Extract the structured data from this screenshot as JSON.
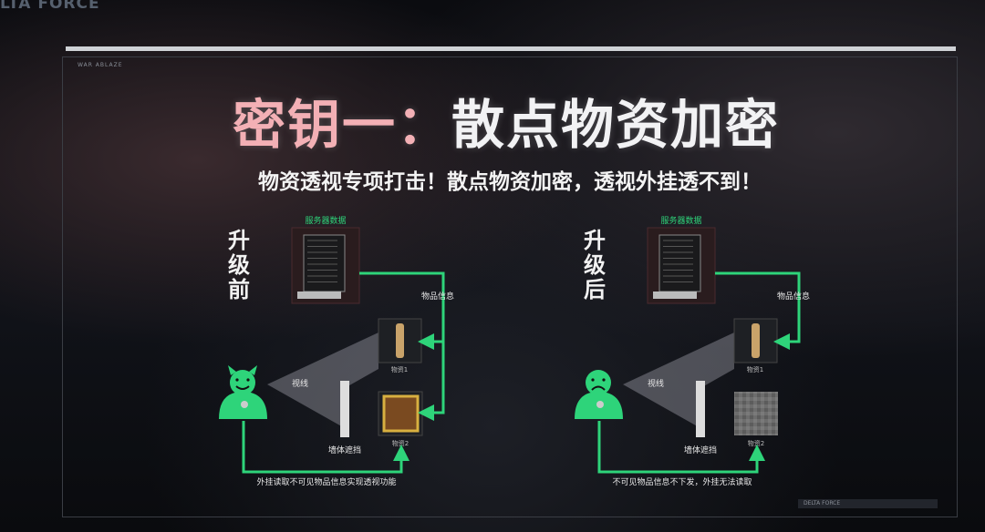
{
  "header": {
    "brand": "LTA FORCE",
    "war_label": "WAR ABLAZE",
    "footer_brand": "DELTA FORCE"
  },
  "title": {
    "prefix": "密钥一：",
    "main": "散点物资加密"
  },
  "subtitle": "物资透视专项打击！散点物资加密，透视外挂透不到！",
  "colors": {
    "accent": "#2ed47a",
    "title_highlight": "#f3b0b5"
  },
  "diagrams": [
    {
      "side_label": [
        "升",
        "级",
        "前"
      ],
      "server_label": "服务器数据",
      "info_label": "物品信息",
      "sight_label": "视线",
      "wall_label": "墙体遮挡",
      "item1_label": "物资1",
      "item2_label": "物资2",
      "caption": "外挂读取不可见物品信息实现透视功能",
      "character": "devil-cheater-icon"
    },
    {
      "side_label": [
        "升",
        "级",
        "后"
      ],
      "server_label": "服务器数据",
      "info_label": "物品信息",
      "sight_label": "视线",
      "wall_label": "墙体遮挡",
      "item1_label": "物资1",
      "item2_label": "物资2",
      "caption": "不可见物品信息不下发，外挂无法读取",
      "character": "sad-cheater-icon"
    }
  ]
}
